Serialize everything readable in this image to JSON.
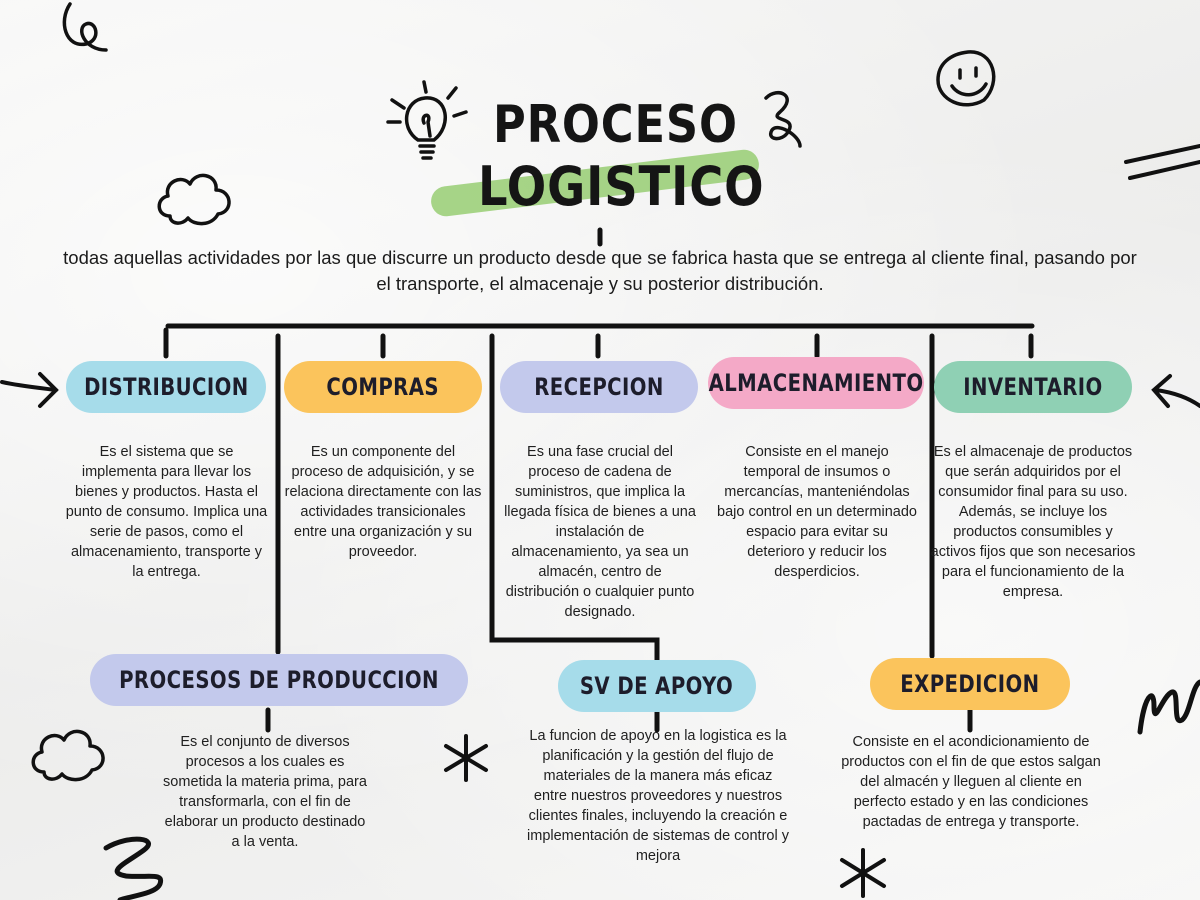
{
  "title": {
    "line1": "PROCESO",
    "line2": "LOGISTICO",
    "intro": "todas aquellas actividades por las que discurre un producto desde que se fabrica hasta que se entrega al cliente final, pasando por el transporte, el almacenaje y su posterior distribución."
  },
  "nodes": [
    {
      "label": "DISTRIBUCION",
      "color": "#a6dcea",
      "text": "Es el sistema que se implementa para llevar los bienes y productos. Hasta el punto de consumo. Implica una serie de pasos, como el almacenamiento, transporte y la entrega."
    },
    {
      "label": "COMPRAS",
      "color": "#fbc45c",
      "text": "Es un componente del proceso de adquisición, y se relaciona directamente con las actividades transicionales entre una organización y su proveedor."
    },
    {
      "label": "RECEPCION",
      "color": "#c3c9ec",
      "text": "Es una fase crucial del proceso de cadena de suministros, que implica la llegada física de bienes a una instalación de almacenamiento, ya sea un almacén, centro de distribución o cualquier punto designado."
    },
    {
      "label": "ALMACENAMIENTO",
      "color": "#f4a9c7",
      "text": "Consiste en el manejo temporal de insumos o mercancías, manteniéndolas bajo control en un determinado espacio para evitar su deterioro y reducir los desperdicios."
    },
    {
      "label": "INVENTARIO",
      "color": "#8fd0b4",
      "text": "Es el almacenaje de productos que serán adquiridos por el consumidor final para su uso. Además, se incluye los productos consumibles y activos fijos que son necesarios para el funcionamiento de la empresa."
    },
    {
      "label": "PROCESOS DE PRODUCCION",
      "color": "#c3c9ec",
      "text": "Es el conjunto de diversos procesos a los cuales es sometida la materia prima, para transformarla, con el fin de elaborar un producto destinado a la venta."
    },
    {
      "label": "SV DE APOYO",
      "color": "#a6dcea",
      "text": "La funcion de apoyo en la logistica es la planificación y la gestión del flujo de materiales de la manera más eficaz entre nuestros proveedores y nuestros clientes finales, incluyendo la creación e implementación de sistemas de control y mejora"
    },
    {
      "label": "EXPEDICION",
      "color": "#fbc45c",
      "text": "Consiste en el acondicionamiento de productos con el fin de que estos salgan del almacén y lleguen al cliente en perfecto estado y en las condiciones pactadas de entrega y transporte."
    }
  ]
}
